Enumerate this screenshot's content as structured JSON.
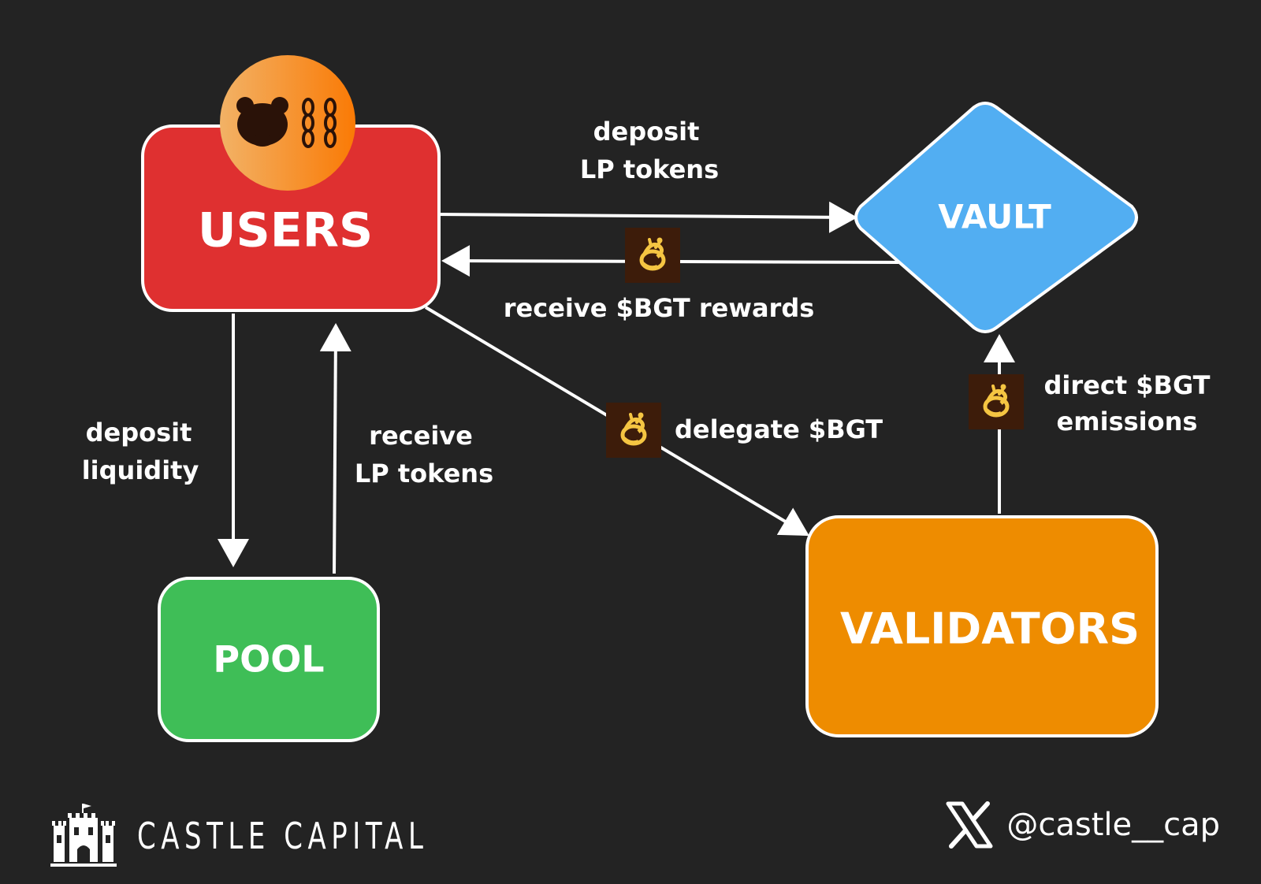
{
  "nodes": {
    "users": {
      "label": "USERS",
      "color": "#df3030"
    },
    "vault": {
      "label": "VAULT",
      "color": "#52aef2"
    },
    "pool": {
      "label": "POOL",
      "color": "#3fbe57"
    },
    "validators": {
      "label": "VALIDATORS",
      "color": "#ee8c00"
    }
  },
  "edges": {
    "deposit_lp": {
      "line1": "deposit",
      "line2": "LP tokens"
    },
    "receive_bgt": {
      "label": "receive $BGT rewards"
    },
    "delegate_bgt": {
      "label": "delegate $BGT"
    },
    "direct_bgt": {
      "line1": "direct $BGT",
      "line2": "emissions"
    },
    "deposit_liquidity": {
      "line1": "deposit",
      "line2": "liquidity"
    },
    "receive_lp": {
      "line1": "receive",
      "line2": "LP tokens"
    }
  },
  "icons": {
    "bee": "bee-token-icon",
    "bear": "bear-icon",
    "chain": "chain-icon",
    "castle": "castle-icon",
    "x": "x-logo-icon"
  },
  "badge_color": "#3d1c0a",
  "bee_color": "#f5c542",
  "avatar_gradient": [
    "#f2b266",
    "#fa7a05"
  ],
  "footer": {
    "brand": "CASTLE CAPITAL",
    "handle": "@castle__cap"
  }
}
